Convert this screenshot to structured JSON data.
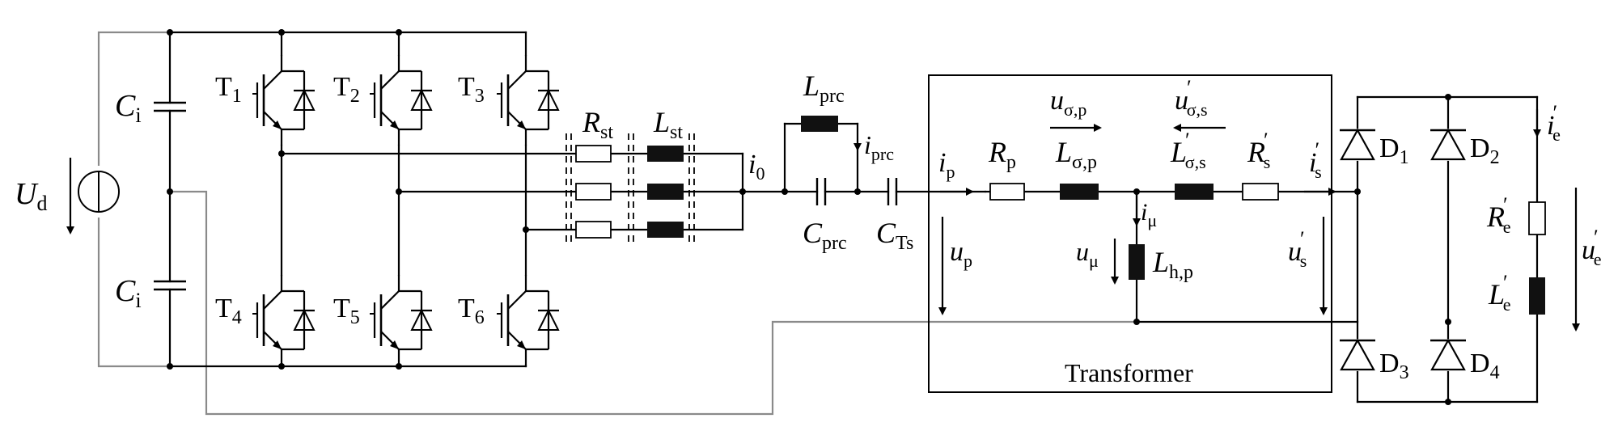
{
  "source": {
    "label": "U",
    "sub": "d"
  },
  "dc_capacitors": [
    {
      "label": "C",
      "sub": "i"
    },
    {
      "label": "C",
      "sub": "i"
    }
  ],
  "switches": [
    {
      "label": "T",
      "sub": "1"
    },
    {
      "label": "T",
      "sub": "2"
    },
    {
      "label": "T",
      "sub": "3"
    },
    {
      "label": "T",
      "sub": "4"
    },
    {
      "label": "T",
      "sub": "5"
    },
    {
      "label": "T",
      "sub": "6"
    }
  ],
  "filter": {
    "resistor": {
      "label": "R",
      "sub": "st"
    },
    "inductor": {
      "label": "L",
      "sub": "st"
    },
    "current": {
      "label": "i",
      "sub": "0"
    }
  },
  "resonant": {
    "inductor": {
      "label": "L",
      "sub": "prc"
    },
    "current": {
      "label": "i",
      "sub": "prc"
    },
    "capacitor": {
      "label": "C",
      "sub": "prc"
    },
    "series_capacitor": {
      "label": "C",
      "sub": "Ts"
    }
  },
  "transformer": {
    "title": "Transformer",
    "ip": {
      "label": "i",
      "sub": "p"
    },
    "up": {
      "label": "u",
      "sub": "p"
    },
    "Rp": {
      "label": "R",
      "sub": "p"
    },
    "Lsp": {
      "label": "L",
      "sub": "σ,p"
    },
    "usp": {
      "label": "u",
      "sub": "σ,p"
    },
    "Lss": {
      "label": "L",
      "prime": "′",
      "sub": "σ,s"
    },
    "uss": {
      "label": "u",
      "prime": "′",
      "sub": "σ,s"
    },
    "Rs": {
      "label": "R",
      "prime": "′",
      "sub": "s"
    },
    "is": {
      "label": "i",
      "prime": "′",
      "sub": "s"
    },
    "us": {
      "label": "u",
      "prime": "′",
      "sub": "s"
    },
    "imu": {
      "label": "i",
      "sub": "μ"
    },
    "umu": {
      "label": "u",
      "sub": "μ"
    },
    "Lhp": {
      "label": "L",
      "sub": "h,p"
    }
  },
  "rectifier": {
    "diodes": [
      {
        "label": "D",
        "sub": "1"
      },
      {
        "label": "D",
        "sub": "2"
      },
      {
        "label": "D",
        "sub": "3"
      },
      {
        "label": "D",
        "sub": "4"
      }
    ],
    "ie": {
      "label": "i",
      "prime": "′",
      "sub": "e"
    },
    "Re": {
      "label": "R",
      "prime": "′",
      "sub": "e"
    },
    "Le": {
      "label": "L",
      "prime": "′",
      "sub": "e"
    },
    "ue": {
      "label": "u",
      "prime": "′",
      "sub": "e"
    }
  }
}
